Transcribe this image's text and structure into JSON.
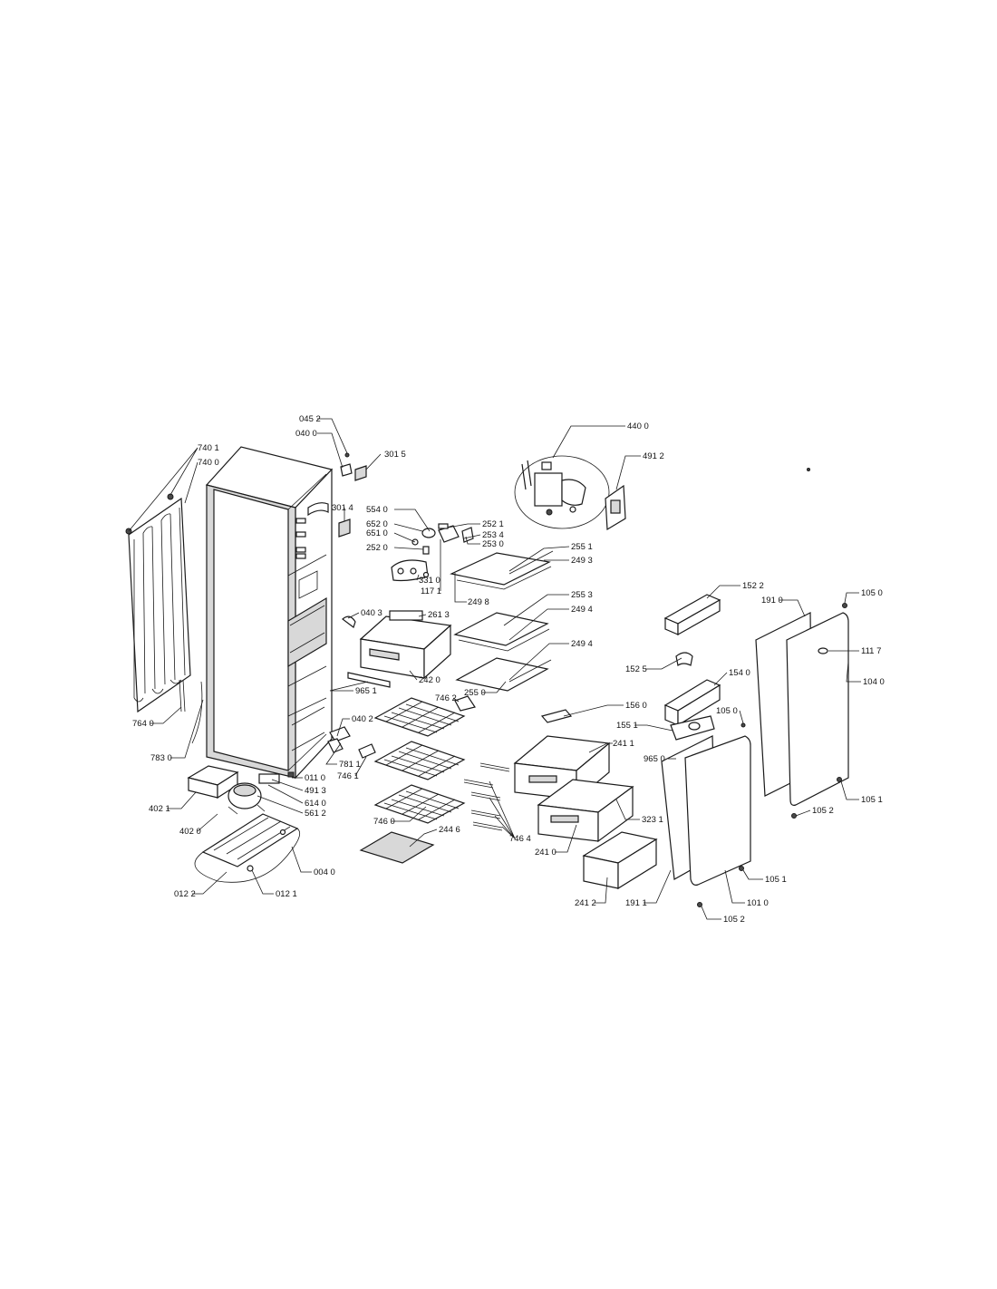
{
  "labels": [
    {
      "id": "l0452",
      "text": "045 2"
    },
    {
      "id": "l0400",
      "text": "040 0"
    },
    {
      "id": "l3015",
      "text": "301 5"
    },
    {
      "id": "l7401",
      "text": "740 1"
    },
    {
      "id": "l7400",
      "text": "740 0"
    },
    {
      "id": "l3014",
      "text": "301 4"
    },
    {
      "id": "l5540",
      "text": "554 0"
    },
    {
      "id": "l6520",
      "text": "652 0"
    },
    {
      "id": "l6510",
      "text": "651 0"
    },
    {
      "id": "l2520",
      "text": "252 0"
    },
    {
      "id": "l2521",
      "text": "252 1"
    },
    {
      "id": "l2534",
      "text": "253 4"
    },
    {
      "id": "l2530",
      "text": "253 0"
    },
    {
      "id": "l3310",
      "text": "331 0"
    },
    {
      "id": "l1171",
      "text": "117 1"
    },
    {
      "id": "l2498",
      "text": "249 8"
    },
    {
      "id": "l2551",
      "text": "255 1"
    },
    {
      "id": "l2493",
      "text": "249 3"
    },
    {
      "id": "l2553",
      "text": "255 3"
    },
    {
      "id": "l2494a",
      "text": "249 4"
    },
    {
      "id": "l2494b",
      "text": "249 4"
    },
    {
      "id": "l2550",
      "text": "255 0"
    },
    {
      "id": "l2613",
      "text": "261 3"
    },
    {
      "id": "l0403",
      "text": "040 3"
    },
    {
      "id": "l2420",
      "text": "242 0"
    },
    {
      "id": "l9651",
      "text": "965 1"
    },
    {
      "id": "l7640",
      "text": "764 0"
    },
    {
      "id": "l7830",
      "text": "783 0"
    },
    {
      "id": "l7462",
      "text": "746 2"
    },
    {
      "id": "l0402",
      "text": "040 2"
    },
    {
      "id": "l7811",
      "text": "781 1"
    },
    {
      "id": "l7461",
      "text": "746 1"
    },
    {
      "id": "l0110",
      "text": "011 0"
    },
    {
      "id": "l4913",
      "text": "491 3"
    },
    {
      "id": "l6140",
      "text": "614 0"
    },
    {
      "id": "l5612",
      "text": "561 2"
    },
    {
      "id": "l4021",
      "text": "402 1"
    },
    {
      "id": "l4020",
      "text": "402 0"
    },
    {
      "id": "l7460",
      "text": "746 0"
    },
    {
      "id": "l2446",
      "text": "244 6"
    },
    {
      "id": "l0040",
      "text": "004 0"
    },
    {
      "id": "l0122",
      "text": "012 2"
    },
    {
      "id": "l0121",
      "text": "012 1"
    },
    {
      "id": "l7464",
      "text": "746 4"
    },
    {
      "id": "l4400",
      "text": "440 0"
    },
    {
      "id": "l4912",
      "text": "491 2"
    },
    {
      "id": "l1522",
      "text": "152 2"
    },
    {
      "id": "l1910",
      "text": "191 0"
    },
    {
      "id": "l1050a",
      "text": "105 0"
    },
    {
      "id": "l1117",
      "text": "111 7"
    },
    {
      "id": "l1525",
      "text": "152 5"
    },
    {
      "id": "l1540",
      "text": "154 0"
    },
    {
      "id": "l1040",
      "text": "104 0"
    },
    {
      "id": "l1560",
      "text": "156 0"
    },
    {
      "id": "l1551",
      "text": "155 1"
    },
    {
      "id": "l1050b",
      "text": "105 0"
    },
    {
      "id": "l2411",
      "text": "241 1"
    },
    {
      "id": "l9650",
      "text": "965 0"
    },
    {
      "id": "l3231",
      "text": "323 1"
    },
    {
      "id": "l2410",
      "text": "241 0"
    },
    {
      "id": "l2412",
      "text": "241 2"
    },
    {
      "id": "l1911",
      "text": "191 1"
    },
    {
      "id": "l1051a",
      "text": "105 1"
    },
    {
      "id": "l1010",
      "text": "101 0"
    },
    {
      "id": "l1052a",
      "text": "105 2"
    },
    {
      "id": "l1051b",
      "text": "105 1"
    },
    {
      "id": "l1052b",
      "text": "105 2"
    }
  ]
}
